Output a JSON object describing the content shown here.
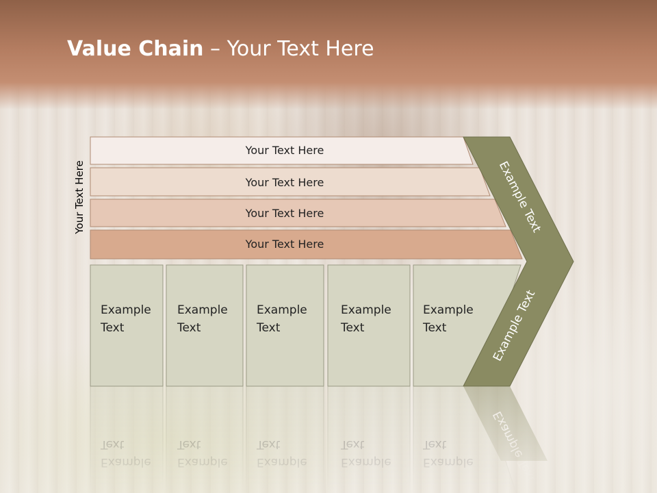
{
  "slide": {
    "title_bold": "Value Chain",
    "title_rest": " – Your Text Here",
    "side_label": "Your Text Here"
  },
  "bars": [
    {
      "label": "Your Text Here",
      "color": "#f5ede9"
    },
    {
      "label": "Your Text Here",
      "color": "#eddccf"
    },
    {
      "label": "Your Text Here",
      "color": "#e6c8b6"
    },
    {
      "label": "Your Text Here",
      "color": "#d8aa8e"
    }
  ],
  "boxes": [
    {
      "line1": "Example",
      "line2": "Text"
    },
    {
      "line1": "Example",
      "line2": "Text"
    },
    {
      "line1": "Example",
      "line2": "Text"
    },
    {
      "line1": "Example",
      "line2": "Text"
    },
    {
      "line1": "Example",
      "line2": "Text"
    }
  ],
  "chevron": {
    "upper_label": "Example Text",
    "lower_label": "Example Text",
    "color": "#8a8b62"
  },
  "colors": {
    "box_fill": "#d6d6c3",
    "box_stroke": "#9a9a84",
    "bar_stroke": "#b08a72"
  }
}
